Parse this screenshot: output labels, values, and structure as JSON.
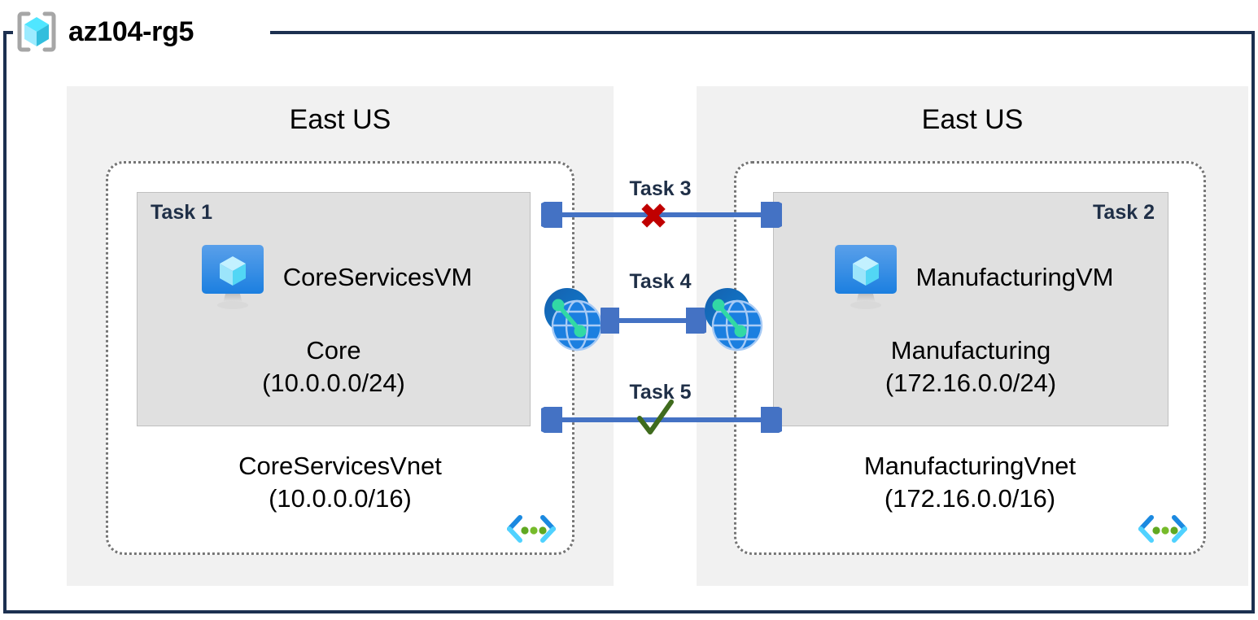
{
  "resource_group": {
    "name": "az104-rg5",
    "icon": "resource-group-cube-icon",
    "frame_color": "#1c3050"
  },
  "regions": [
    {
      "id": "left",
      "label": "East US"
    },
    {
      "id": "right",
      "label": "East US"
    }
  ],
  "vnets": [
    {
      "id": "core-services-vnet",
      "name": "CoreServicesVnet",
      "address_space": "(10.0.0.0/16)",
      "corner_icon": "virtual-network-icon",
      "subnet": {
        "task_tag": "Task 1",
        "task_tag_align": "left",
        "vm_name": "CoreServicesVM",
        "vm_icon": "virtual-machine-icon",
        "name": "Core",
        "address_space": "(10.0.0.0/24)"
      }
    },
    {
      "id": "manufacturing-vnet",
      "name": "ManufacturingVnet",
      "address_space": "(172.16.0.0/16)",
      "corner_icon": "virtual-network-icon",
      "subnet": {
        "task_tag": "Task 2",
        "task_tag_align": "right",
        "vm_name": "ManufacturingVM",
        "vm_icon": "virtual-machine-icon",
        "name": "Manufacturing",
        "address_space": "(172.16.0.0/24)"
      }
    }
  ],
  "connections": [
    {
      "id": "task-3",
      "label": "Task 3",
      "marker": "✖",
      "marker_kind": "cross",
      "marker_color": "#c00000",
      "arrow": "double-headed",
      "arrow_color": "#4472c4"
    },
    {
      "id": "task-4",
      "label": "Task 4",
      "marker": "",
      "marker_kind": "peering",
      "arrow": "double-headed",
      "arrow_color": "#4472c4",
      "left_icon": "vnet-peering-icon",
      "right_icon": "vnet-peering-icon"
    },
    {
      "id": "task-5",
      "label": "Task 5",
      "marker": "✓",
      "marker_kind": "check",
      "marker_color": "#3f6b1d",
      "arrow": "double-headed",
      "arrow_color": "#4472c4"
    }
  ],
  "palette": {
    "frame": "#1c3050",
    "region_bg": "#f1f1f1",
    "subnet_bg": "#e0e0e0",
    "vnet_border": "#757575",
    "arrow": "#4472c4",
    "task_text": "#1f2f47",
    "cross": "#c00000",
    "check": "#3f6b1d",
    "azure_blue": "#1b89e0",
    "azure_cyan": "#50e6ff",
    "peering_green": "#32d9a5"
  }
}
